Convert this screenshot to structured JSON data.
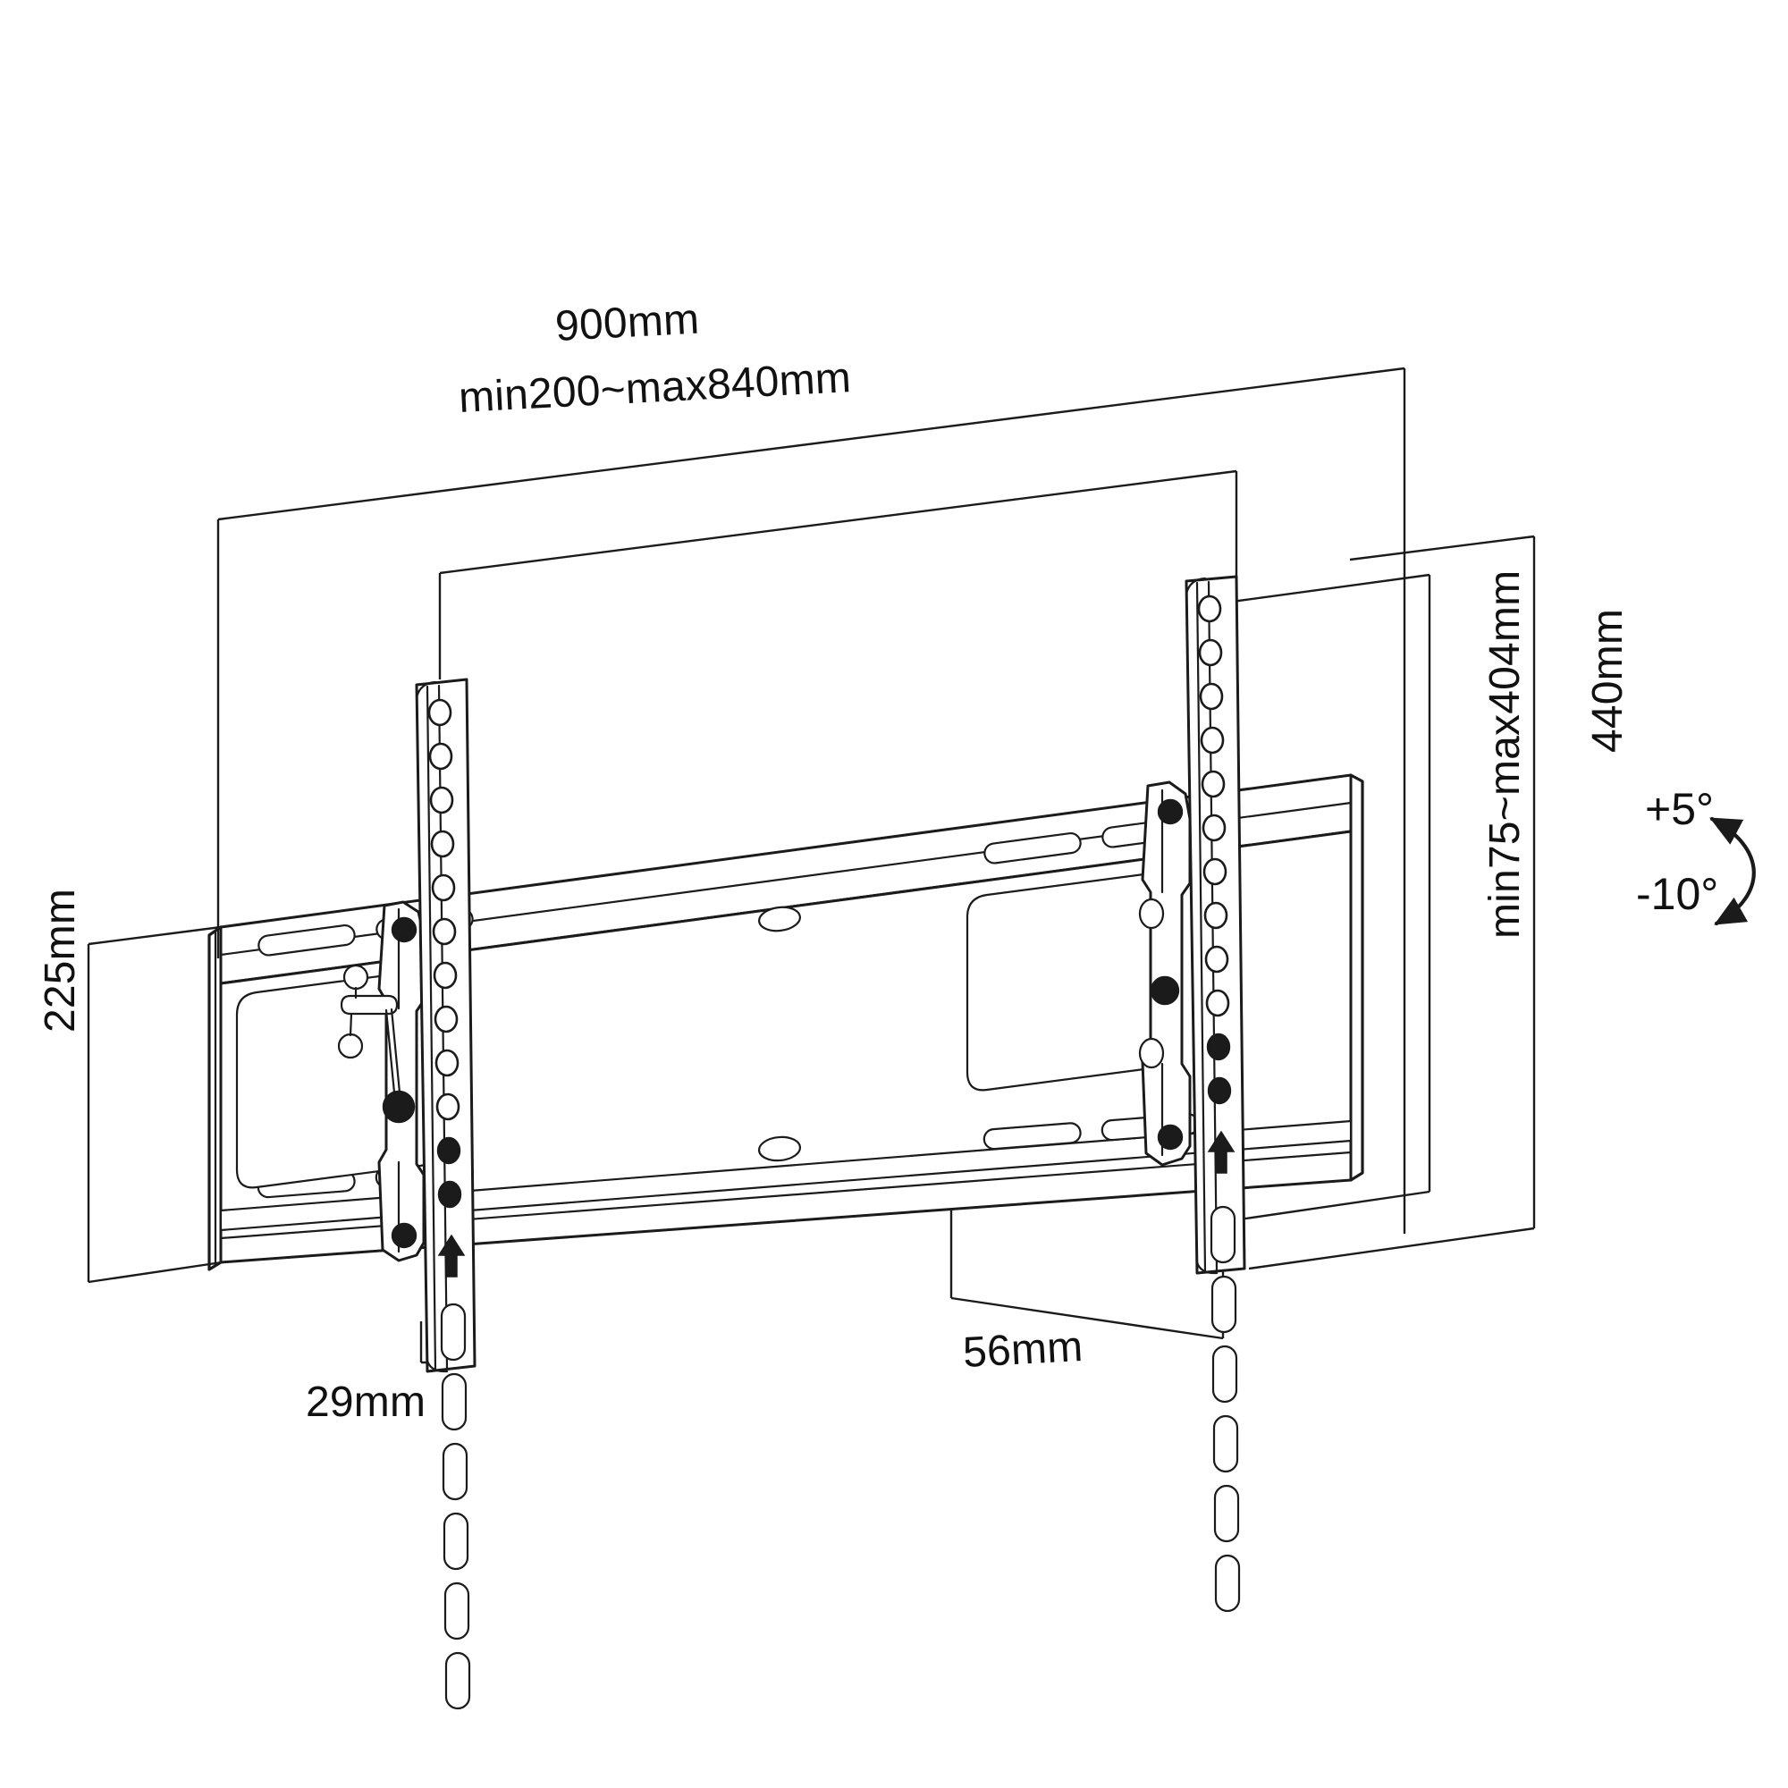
{
  "drawing": {
    "title": "TV Wall Mount Tilting Bracket Dimensional Drawing",
    "background_color": "#ffffff",
    "line_color": "#1b1b1b",
    "product": "tilting-flat-panel-tv-wall-mount"
  },
  "dimensions": {
    "overall_width": {
      "value": "900mm",
      "name": "overall-width-dimension",
      "orientation": "horizontal",
      "position": "top"
    },
    "vesa_width_range": {
      "value": "min200~max840mm",
      "name": "vesa-horizontal-range-dimension",
      "orientation": "horizontal",
      "position": "top-inner"
    },
    "overall_height": {
      "value": "440mm",
      "name": "overall-height-dimension",
      "orientation": "vertical",
      "position": "right-outer"
    },
    "vesa_height_range": {
      "value": "min75~max404mm",
      "name": "vesa-vertical-range-dimension",
      "orientation": "vertical",
      "position": "right-inner"
    },
    "plate_height": {
      "value": "225mm",
      "name": "wall-plate-height-dimension",
      "orientation": "vertical",
      "position": "left"
    },
    "rail_depth": {
      "value": "29mm",
      "name": "rail-depth-dimension",
      "orientation": "horizontal",
      "position": "bottom-left"
    },
    "wall_offset": {
      "value": "56mm",
      "name": "wall-offset-depth-dimension",
      "orientation": "horizontal",
      "position": "bottom-right"
    }
  },
  "tilt": {
    "up_angle": "+5°",
    "down_angle": "-10°",
    "indicator_name": "tilt-range-arrow"
  },
  "components": {
    "left_vertical_rail": "left-vertical-rail",
    "right_vertical_rail": "right-vertical-rail",
    "wall_plate": "wall-plate",
    "left_tilt_bracket": "left-tilt-bracket",
    "right_tilt_bracket": "right-tilt-bracket",
    "up_arrow_marker": "up-orientation-arrow"
  }
}
